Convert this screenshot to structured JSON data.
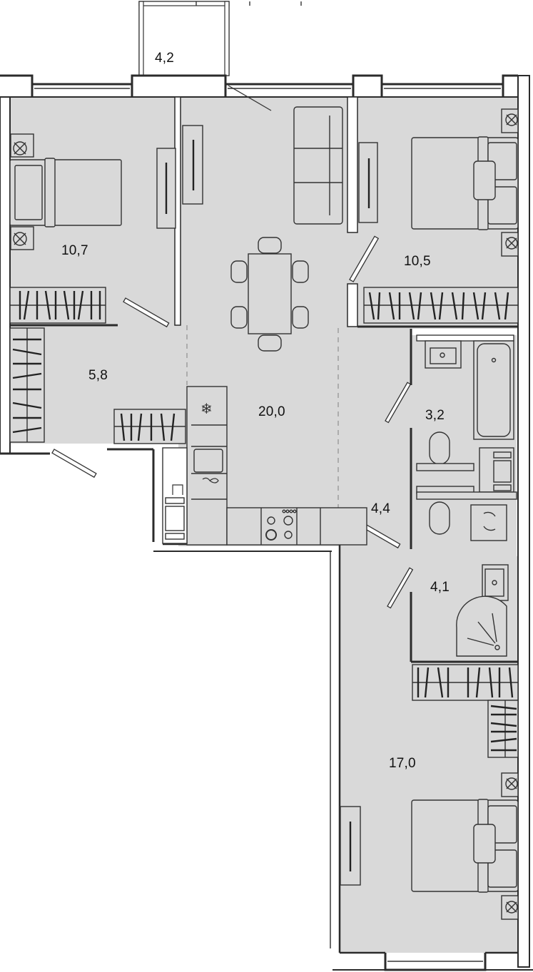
{
  "plan": {
    "type": "apartment-floor-plan",
    "colors": {
      "room_fill": "#d9d9d9",
      "wall": "#2b2b2b",
      "background": "#ffffff",
      "text": "#111111"
    },
    "rooms": [
      {
        "id": "balcony",
        "name": "balcony",
        "area": "4,2"
      },
      {
        "id": "bedroom-1",
        "name": "bedroom",
        "area": "10,7"
      },
      {
        "id": "bedroom-2",
        "name": "bedroom",
        "area": "10,5"
      },
      {
        "id": "hall",
        "name": "hallway",
        "area": "5,8"
      },
      {
        "id": "kitchen-living",
        "name": "kitchen-living room",
        "area": "20,0"
      },
      {
        "id": "bathroom",
        "name": "bathroom",
        "area": "3,2"
      },
      {
        "id": "corridor",
        "name": "corridor",
        "area": "4,4"
      },
      {
        "id": "bathroom-2",
        "name": "bathroom",
        "area": "4,1"
      },
      {
        "id": "master-bedroom",
        "name": "bedroom",
        "area": "17,0"
      }
    ]
  }
}
